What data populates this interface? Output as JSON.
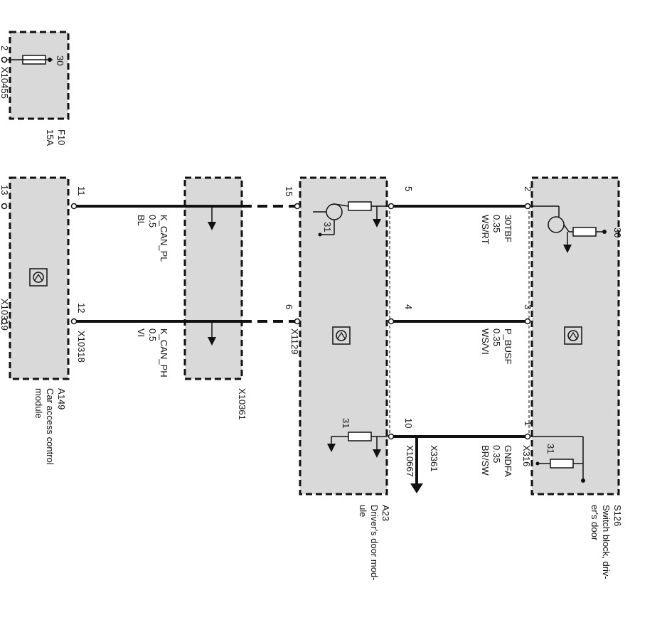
{
  "fuse": {
    "id": "F10",
    "rating": "15A",
    "pin": "30",
    "connector": "X10455",
    "conn_pin": "2"
  },
  "a149": {
    "id": "A149",
    "name_lines": [
      "Car access control",
      "module"
    ],
    "connector": "X10318",
    "conn_top": "13",
    "conn_bottom": "X10319"
  },
  "x10361": {
    "id": "X10361"
  },
  "a23": {
    "id": "A23",
    "name_lines": [
      "Driver's door mod-",
      "ule"
    ],
    "connector_left": "X1129",
    "connector_right": "X10667",
    "ground_pin": "31",
    "ground_pin_2": "31"
  },
  "s126": {
    "id": "S126",
    "name_lines": [
      "Switch block, driv-",
      "er's door"
    ],
    "connector": "X316",
    "pin_30": "30",
    "pin_31": "31"
  },
  "ground_conn": {
    "id": "X3361"
  },
  "wires": {
    "w1": {
      "pin_left": "11",
      "pin_right": "15",
      "name": "K_CAN_PL",
      "gauge": "0.5",
      "color": "BL"
    },
    "w2": {
      "pin_left": "12",
      "pin_right": "6",
      "name": "K_CAN_PH",
      "gauge": "0.5",
      "color": "VI"
    },
    "w3": {
      "pin_left": "5",
      "pin_right": "2",
      "name": "30TBF",
      "gauge": "0.35",
      "color": "WS/RT"
    },
    "w4": {
      "pin_left": "4",
      "pin_right": "3",
      "name": "P_BUSF",
      "gauge": "0.35",
      "color": "WS/VI"
    },
    "w5": {
      "pin_left": "10",
      "pin_right": "1",
      "name": "GNDFA",
      "gauge": "0.35",
      "color": "BR/SW"
    }
  }
}
